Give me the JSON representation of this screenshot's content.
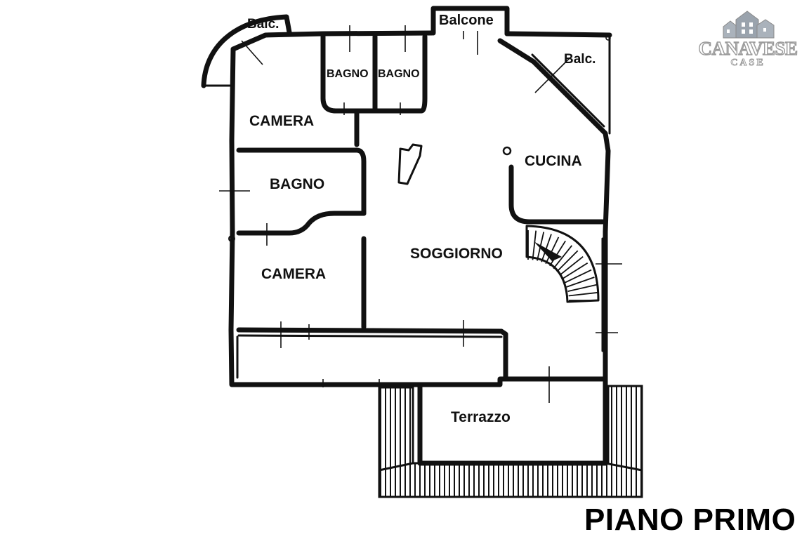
{
  "plan": {
    "rooms": {
      "balc_left": "Balc.",
      "balcone": "Balcone",
      "balc_right": "Balc.",
      "bagno_top_1": "BAGNO",
      "bagno_top_2": "BAGNO",
      "camera_top": "CAMERA",
      "bagno_mid": "BAGNO",
      "cucina": "CUCINA",
      "soggiorno": "SOGGIORNO",
      "camera_bottom": "CAMERA",
      "terrazzo": "Terrazzo"
    },
    "title": "PIANO PRIMO"
  },
  "logo": {
    "name": "CANAVESE",
    "sub": "CASE",
    "colors": {
      "fill": "#9aa3ad",
      "outline": "#8a8a8a"
    }
  },
  "colors": {
    "ink": "#111111",
    "background": "#ffffff"
  }
}
